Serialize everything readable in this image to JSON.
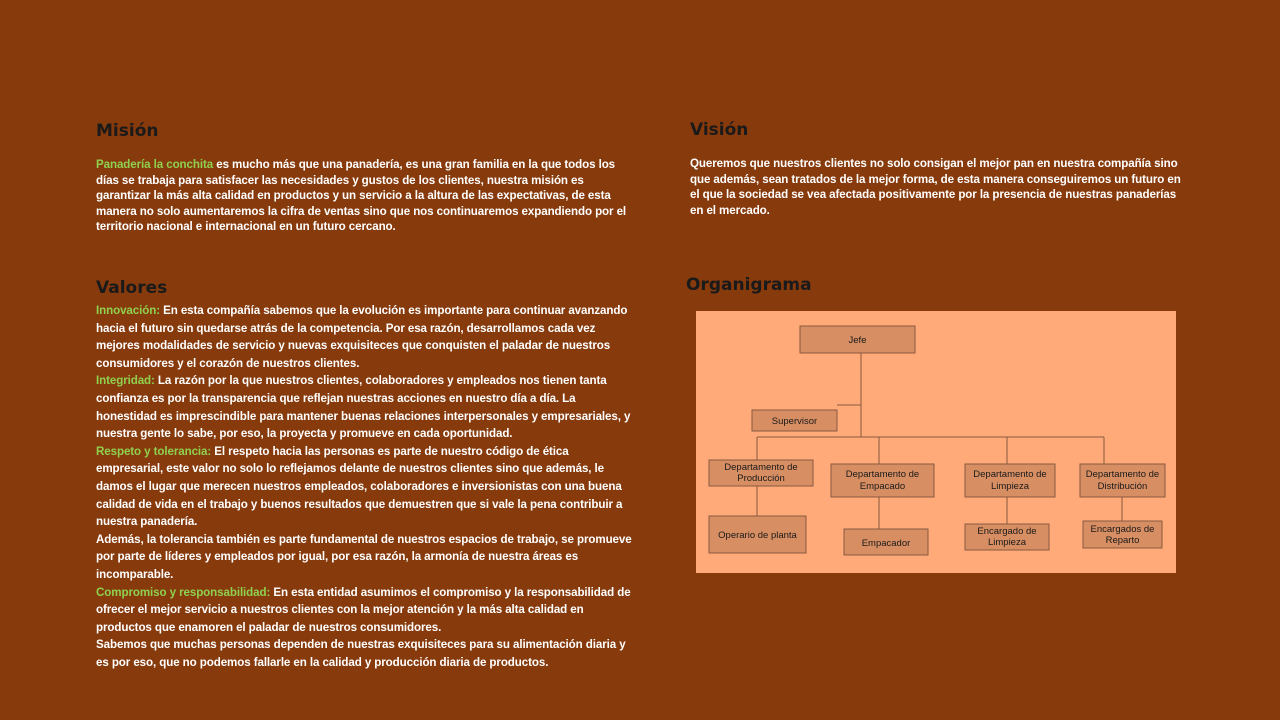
{
  "mision": {
    "title": "Misión",
    "brand": "Panadería  la conchita",
    "text": " es mucho más que una panadería, es una gran familia en la que todos los días se trabaja para satisfacer las necesidades y gustos de los clientes, nuestra misión es garantizar la más alta calidad en productos y un servicio a la altura de las expectativas, de esta manera no solo aumentaremos la cifra de ventas sino que nos continuaremos expandiendo por el territorio nacional e internacional en un futuro cercano."
  },
  "vision": {
    "title": "Visión",
    "text": "Queremos que nuestros clientes no solo consigan el mejor pan en nuestra compañía sino que además, sean tratados de la mejor forma, de esta manera conseguiremos un futuro en el que la sociedad se vea afectada positivamente por la presencia de nuestras panaderías en el mercado."
  },
  "valores": {
    "title": "Valores",
    "innovacion_label": "Innovación:",
    "innovacion_text": " En esta compañía sabemos que la evolución es importante para continuar avanzando hacia el futuro sin quedarse atrás de la competencia. Por esa razón, desarrollamos cada vez mejores modalidades de servicio y nuevas exquisiteces que conquisten el paladar de nuestros consumidores y el corazón de nuestros clientes.",
    "integridad_label": "Integridad:",
    "integridad_text": " La razón por la que nuestros clientes, colaboradores y empleados nos tienen tanta confianza es por la transparencia que reflejan nuestras acciones en nuestro día a día. La honestidad es imprescindible para mantener buenas relaciones interpersonales y empresariales, y nuestra gente lo sabe, por eso, la proyecta y promueve en cada oportunidad.",
    "respeto_label": "Respeto y tolerancia:",
    "respeto_text": " El respeto hacia las personas es parte de nuestro código de ética empresarial, este valor no solo lo reflejamos delante de nuestros clientes sino que además, le damos el lugar que merecen nuestros empleados, colaboradores e inversionistas con una buena calidad de vida en el trabajo y buenos resultados que demuestren que si vale la pena contribuir a nuestra panadería.",
    "respeto_text2": "Además, la tolerancia también es parte fundamental de nuestros espacios de trabajo, se promueve por parte de líderes y empleados por igual, por esa razón, la armonía de nuestra áreas es incomparable.",
    "compromiso_label": "Compromiso y responsabilidad:",
    "compromiso_text": " En esta entidad asumimos el compromiso y la responsabilidad de ofrecer el mejor servicio a nuestros clientes con la mejor atención y la más alta calidad en productos que enamoren el paladar de nuestros consumidores.",
    "compromiso_text2": "Sabemos que muchas personas dependen de nuestras exquisiteces para su alimentación diaria y es por eso, que no podemos fallarle en la calidad y producción diaria de productos."
  },
  "organigrama": {
    "title": "Organigrama",
    "jefe": "Jefe",
    "supervisor": "Supervisor",
    "departamentos": [
      [
        "Departamento de",
        "Producción"
      ],
      [
        "Departamento de",
        "Empacado"
      ],
      [
        "Departamento de",
        "Limpieza"
      ],
      [
        "Departamento de",
        "Distribución"
      ]
    ],
    "puestos": [
      [
        "Operario de planta"
      ],
      [
        "Empacador"
      ],
      [
        "Encargado de",
        "Limpieza"
      ],
      [
        "Encargados de",
        "Reparto"
      ]
    ]
  },
  "colors": {
    "background": "#873a0c",
    "highlight": "#8fd14f",
    "org_background": "#ffaa78",
    "org_node": "#d78e63"
  }
}
